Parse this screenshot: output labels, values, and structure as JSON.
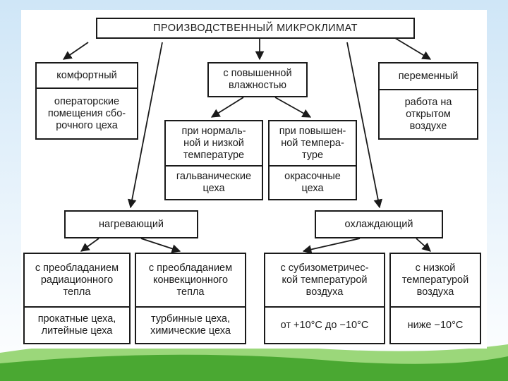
{
  "title": "ПРОИЗВОДСТВЕННЫЙ МИКРОКЛИМАТ",
  "types": {
    "comfort": {
      "label": "комфортный",
      "example": "операторские\nпомещения сбо-\nрочного цеха"
    },
    "humid": {
      "label": "с повышенной\nвлажностью"
    },
    "variable": {
      "label": "переменный",
      "example": "работа на\nоткрытом\nвоздухе"
    },
    "heating": {
      "label": "нагревающий"
    },
    "cooling": {
      "label": "охлаждающий"
    }
  },
  "humid_sub": {
    "normal": {
      "label": "при нормаль-\nной и низкой\nтемпературе",
      "example": "гальванические\nцеха"
    },
    "high": {
      "label": "при повышен-\nной темпера-\nтуре",
      "example": "окрасочные\nцеха"
    }
  },
  "heating_sub": {
    "radiation": {
      "label": "с преобладанием\nрадиационного\nтепла",
      "example": "прокатные цеха,\nлитейные цеха"
    },
    "convection": {
      "label": "с преобладанием\nконвекционного\nтепла",
      "example": "турбинные цеха,\nхимические цеха"
    }
  },
  "cooling_sub": {
    "subisometric": {
      "label": "с субизометричес-\nкой температурой\nвоздуха",
      "example": "от +10°С до −10°С"
    },
    "low": {
      "label": "с низкой\nтемпературой\nвоздуха",
      "example": "ниже −10°С"
    }
  },
  "colors": {
    "grass_light": "#8ed16a",
    "grass_dark": "#3f9a2c",
    "sky": "#e6f2fb",
    "line": "#1a1a1a"
  }
}
